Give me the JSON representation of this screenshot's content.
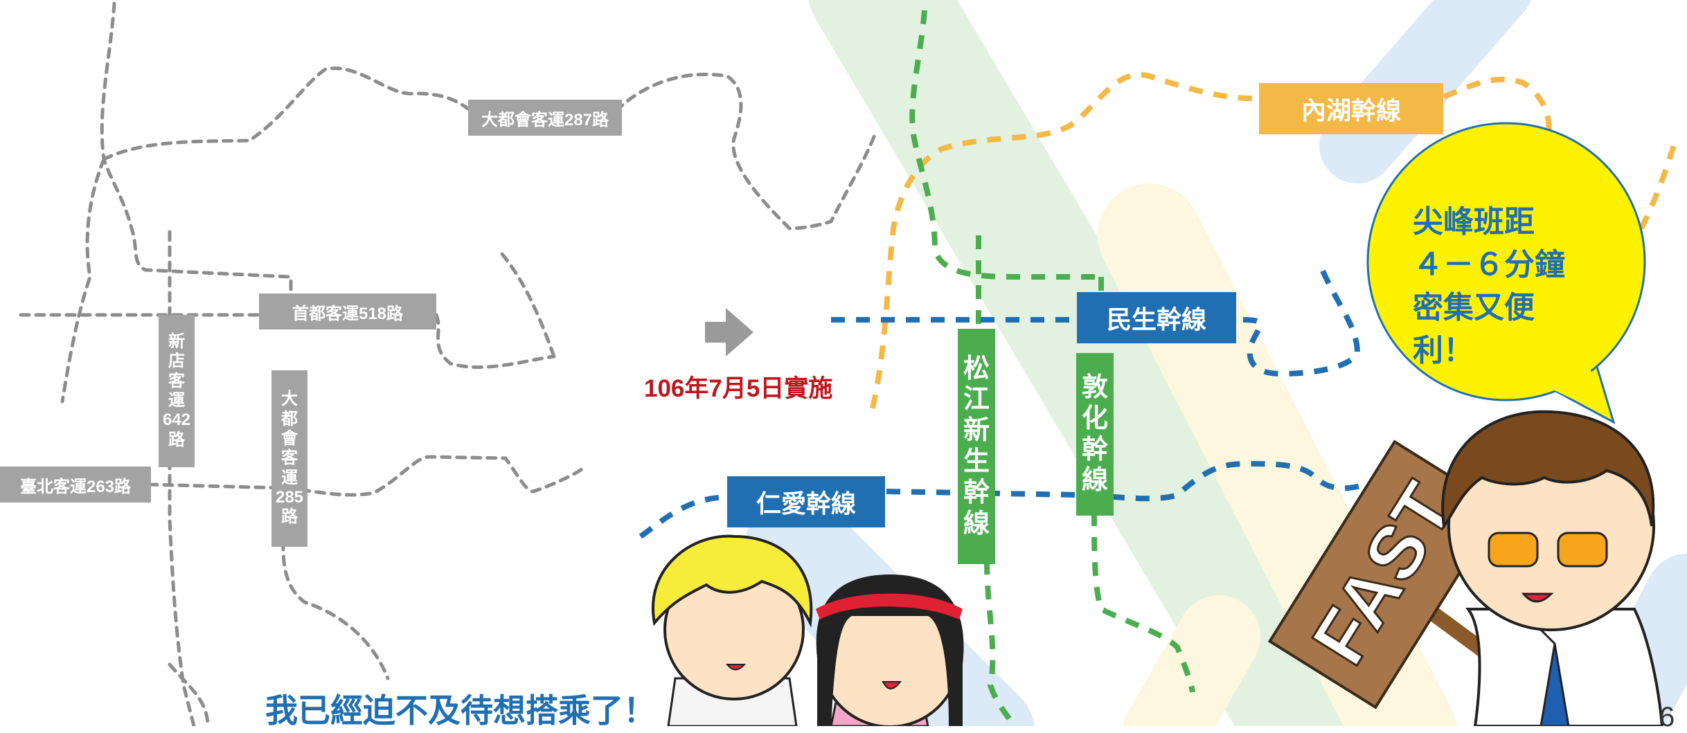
{
  "labels": {
    "route_287": "大都會客運287路",
    "route_518": "首都客運518路",
    "route_263": "臺北客運263路",
    "route_642": "新店客運642路",
    "route_285": "大都會客運285路",
    "neihu": "內湖幹線",
    "minsheng": "民生幹線",
    "renai": "仁愛幹線",
    "songjiang": "松江新生幹線",
    "dunhua": "敦化幹線"
  },
  "date_text": "106年7月5日實施",
  "bubble": {
    "line1": "尖峰班距",
    "line2": "４－６分鐘",
    "line3": "密集又便利！"
  },
  "sign_text": "FAST",
  "exclaim": "我已經迫不及待想搭乘了！",
  "page_number": "6",
  "colors": {
    "gray_route": "#a3a3a3",
    "blue_trunk": "#1f6fb2",
    "green_trunk": "#4bad4e",
    "orange_trunk": "#f4b846",
    "date_red": "#c0151d",
    "bubble_yellow": "#fff200"
  }
}
